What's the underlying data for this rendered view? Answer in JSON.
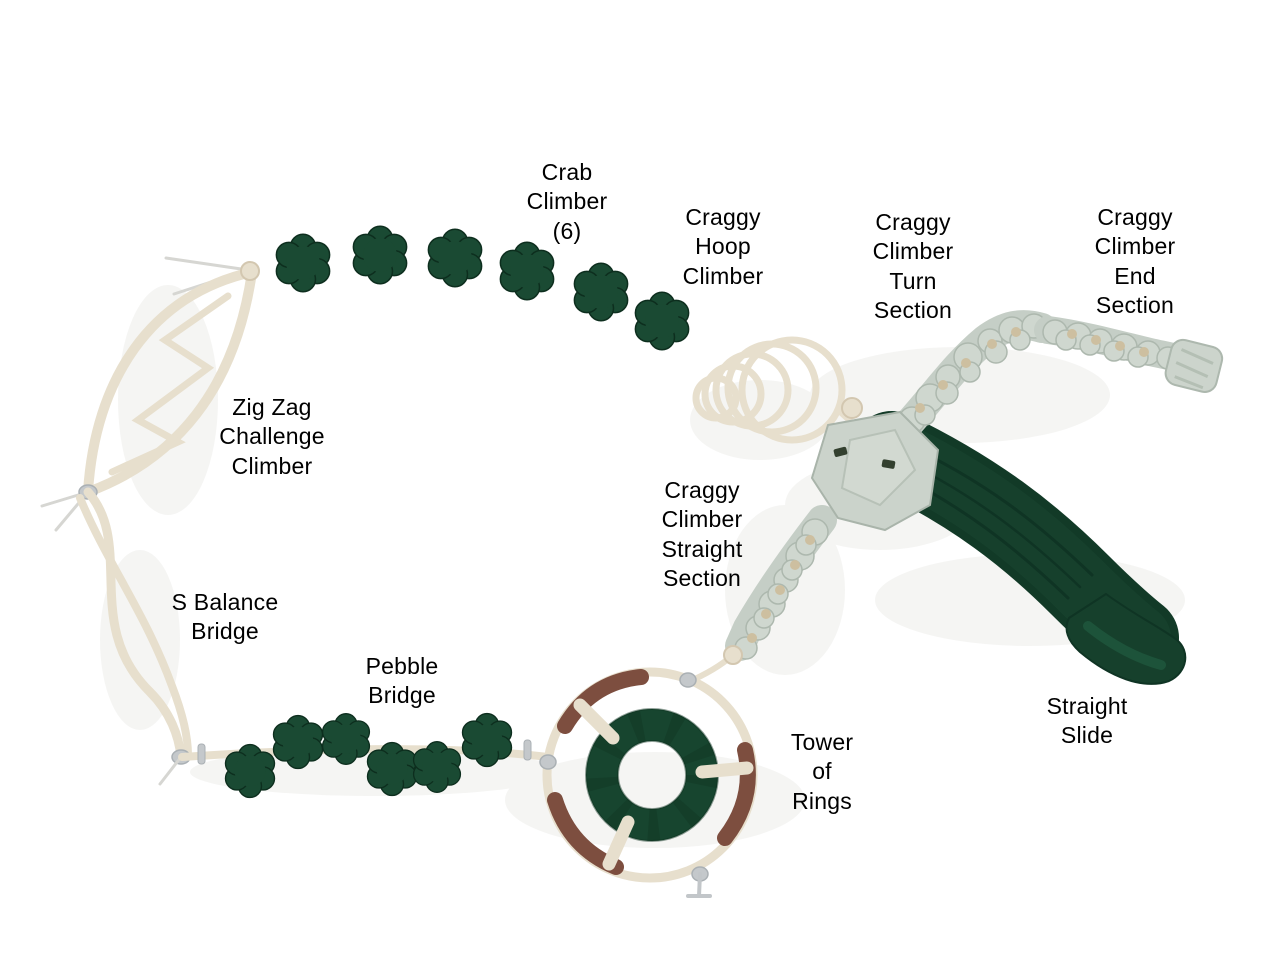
{
  "palette": {
    "background": "#ffffff",
    "label_text": "#000000",
    "rope_beige": "#e7dfcd",
    "rope_beige_edge": "#d3c7b0",
    "pebble_green": "#1a4a33",
    "pebble_green_dark": "#0d2e1e",
    "slide_green": "#16402c",
    "craggy_sage": "#c5cec6",
    "craggy_sage_light": "#cfd7cf",
    "craggy_tan": "#cdbfa0",
    "ring_brown": "#7d4e3f",
    "clamp_gray": "#c4c8cb",
    "shadow_gray": "#ededea"
  },
  "labels": [
    {
      "id": "crab-climber",
      "text": "Crab\nClimber\n(6)"
    },
    {
      "id": "craggy-hoop-climber",
      "text": "Craggy\nHoop\nClimber"
    },
    {
      "id": "craggy-climber-turn-section",
      "text": "Craggy\nClimber\nTurn\nSection"
    },
    {
      "id": "craggy-climber-end-section",
      "text": "Craggy\nClimber\nEnd\nSection"
    },
    {
      "id": "zig-zag-challenge-climber",
      "text": "Zig Zag\nChallenge\nClimber"
    },
    {
      "id": "craggy-climber-straight-section",
      "text": "Craggy\nClimber\nStraight\nSection"
    },
    {
      "id": "s-balance-bridge",
      "text": "S Balance\nBridge"
    },
    {
      "id": "pebble-bridge",
      "text": "Pebble\nBridge"
    },
    {
      "id": "tower-of-rings",
      "text": "Tower\nof\nRings"
    },
    {
      "id": "straight-slide",
      "text": "Straight\nSlide"
    }
  ]
}
